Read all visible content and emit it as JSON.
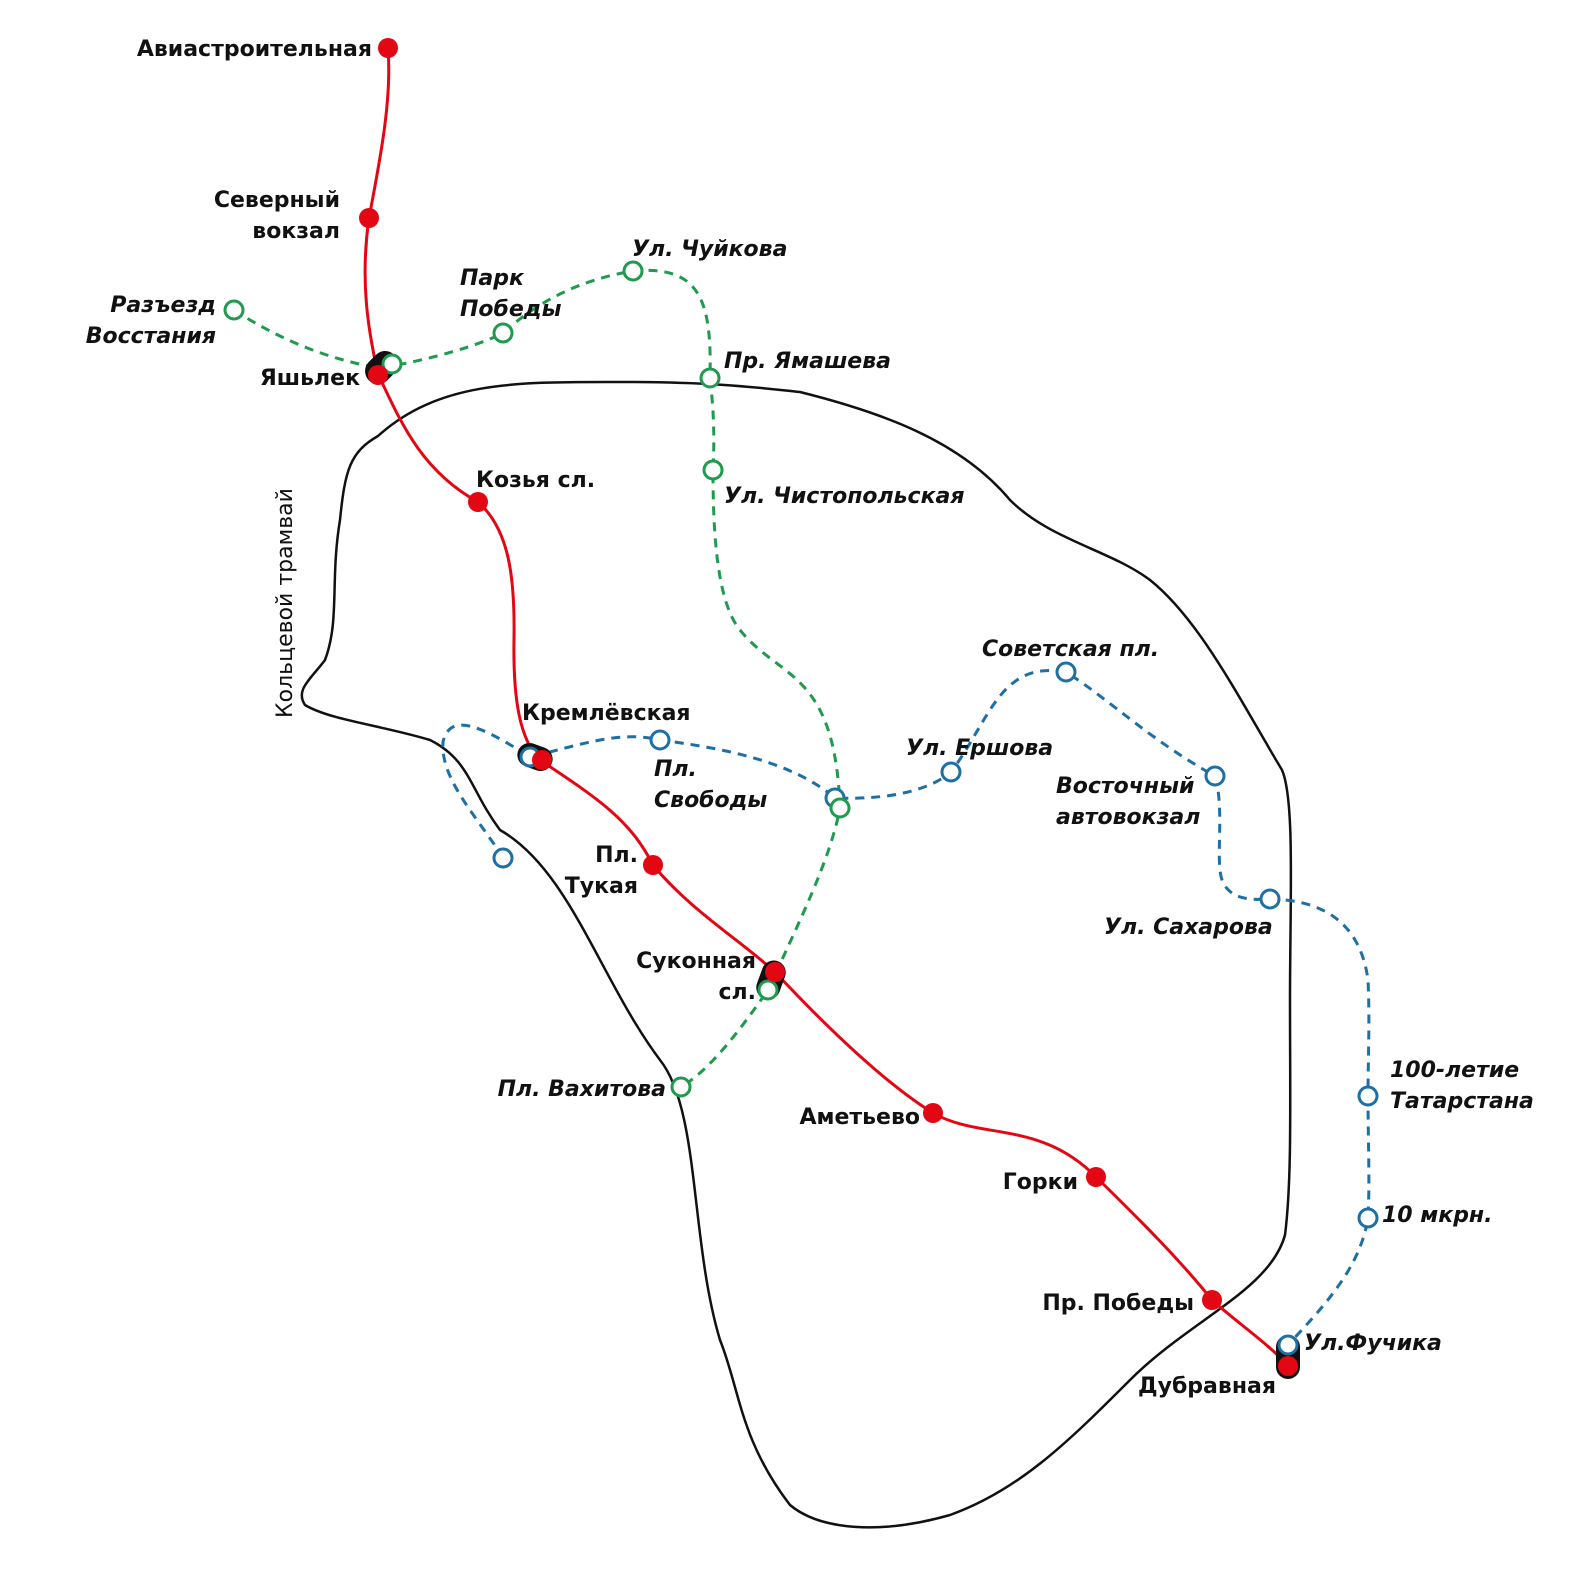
{
  "colors": {
    "metro": "#e30613",
    "green": "#1f9a4e",
    "blue": "#1e6fa3",
    "ring": "#111111"
  },
  "ring_label": "Кольцевой трамвай",
  "metro_stations": [
    {
      "id": "aviastroitelnaya",
      "lines": [
        "Авиастроительная"
      ]
    },
    {
      "id": "severny-vokzal",
      "lines": [
        "Северный",
        "вокзал"
      ]
    },
    {
      "id": "yashlek",
      "lines": [
        "Яшьлек"
      ]
    },
    {
      "id": "kozya-sl",
      "lines": [
        "Козья сл."
      ]
    },
    {
      "id": "kremlevskaya",
      "lines": [
        "Кремлёвская"
      ]
    },
    {
      "id": "pl-tukaya",
      "lines": [
        "Пл.",
        "Тукая"
      ]
    },
    {
      "id": "sukonnaya-sl",
      "lines": [
        "Суконная",
        "сл."
      ]
    },
    {
      "id": "ametyevo",
      "lines": [
        "Аметьево"
      ]
    },
    {
      "id": "gorki",
      "lines": [
        "Горки"
      ]
    },
    {
      "id": "pr-pobedy",
      "lines": [
        "Пр. Победы"
      ]
    },
    {
      "id": "dubravnaya",
      "lines": [
        "Дубравная"
      ]
    }
  ],
  "green_stations": [
    {
      "id": "razezd-vosstaniya",
      "lines": [
        "Разъезд",
        "Восстания"
      ]
    },
    {
      "id": "park-pobedy",
      "lines": [
        "Парк",
        "Победы"
      ]
    },
    {
      "id": "ul-chuykova",
      "lines": [
        "Ул. Чуйкова"
      ]
    },
    {
      "id": "pr-yamasheva",
      "lines": [
        "Пр. Ямашева"
      ]
    },
    {
      "id": "ul-chistopolskaya",
      "lines": [
        "Ул. Чистопольская"
      ]
    },
    {
      "id": "pl-vakhitova",
      "lines": [
        "Пл. Вахитова"
      ]
    }
  ],
  "blue_stations": [
    {
      "id": "pl-svobody",
      "lines": [
        "Пл.",
        "Свободы"
      ]
    },
    {
      "id": "ul-ershova",
      "lines": [
        "Ул. Ершова"
      ]
    },
    {
      "id": "sovetskaya-pl",
      "lines": [
        "Советская пл."
      ]
    },
    {
      "id": "vostochny-avtovokzal",
      "lines": [
        "Восточный",
        "автовокзал"
      ]
    },
    {
      "id": "ul-sakharova",
      "lines": [
        "Ул. Сахарова"
      ]
    },
    {
      "id": "100-letie",
      "lines": [
        "100-летие",
        "Татарстана"
      ]
    },
    {
      "id": "10-mkrn",
      "lines": [
        "10 мкрн."
      ]
    },
    {
      "id": "ul-fuchika",
      "lines": [
        "Ул.Фучика"
      ]
    }
  ]
}
